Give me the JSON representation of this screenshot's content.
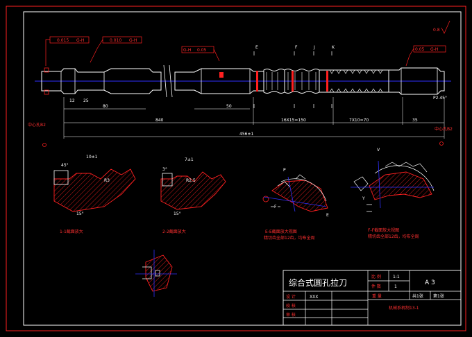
{
  "dims": {
    "total_length": "456±1",
    "len_840": "840",
    "len_80": "80",
    "len_50": "50",
    "pitch_1": "16X15=150",
    "pitch_2": "7X10=70",
    "len_35": "35",
    "len_12": "12",
    "len_25": "25",
    "chamfer": "P2.45°",
    "tol_left_1": "0.015",
    "tol_left_2": "0.010",
    "tol_mid": "0.05",
    "tol_right": "0.05",
    "datum": "G-H",
    "surface_finish": "0.8"
  },
  "center_marks": {
    "left": "中心孔B2",
    "right": "中心孔B2"
  },
  "section_marks": [
    "E",
    "F",
    "J",
    "K"
  ],
  "details": [
    {
      "label": "1-1截面放大",
      "angle_a": "45°",
      "angle_b": "15°",
      "dim": "10±1",
      "radius": "R3"
    },
    {
      "label": "2-2截面放大",
      "angle_a": "3°",
      "angle_b": "15°",
      "dim": "7±1",
      "radius": "R2.5"
    },
    {
      "label": "E-E截面放大视图",
      "note": "精切齿全部12齿，均布全周",
      "marks": [
        "P",
        "F"
      ]
    },
    {
      "label": "F-F截面放大视图",
      "note": "精切齿全部12齿，均布全周",
      "marks": [
        "V",
        "Y"
      ]
    }
  ],
  "title_block": {
    "title": "综合式圆孔拉刀",
    "scale_label": "比 例",
    "scale_value": "1:1",
    "qty_label": "件 数",
    "qty_value": "1",
    "sheet_size": "A 3",
    "design_label": "设 计",
    "design_value": "XXX",
    "check_label": "校 核",
    "review_label": "审 核",
    "weight_label": "重 量",
    "sheet_total": "共1张",
    "sheet_no": "第1张",
    "school": "机械系机制13-1"
  }
}
